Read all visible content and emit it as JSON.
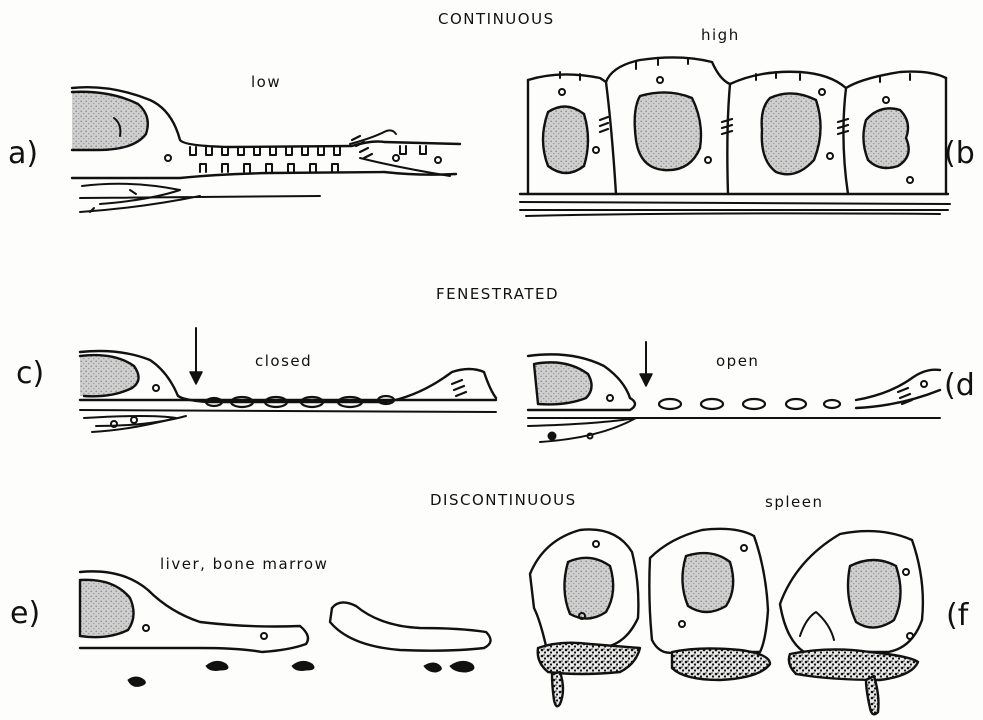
{
  "headings": {
    "continuous": "CONTINUOUS",
    "fenestrated": "FENESTRATED",
    "discontinuous": "DISCONTINUOUS"
  },
  "labels": {
    "low": "low",
    "high": "high",
    "closed": "closed",
    "open": "open",
    "liver": "liver, bone marrow",
    "spleen": "spleen"
  },
  "panels": {
    "a": "a)",
    "b": "(b",
    "c": "c)",
    "d": "(d",
    "e": "e)",
    "f": "(f"
  }
}
